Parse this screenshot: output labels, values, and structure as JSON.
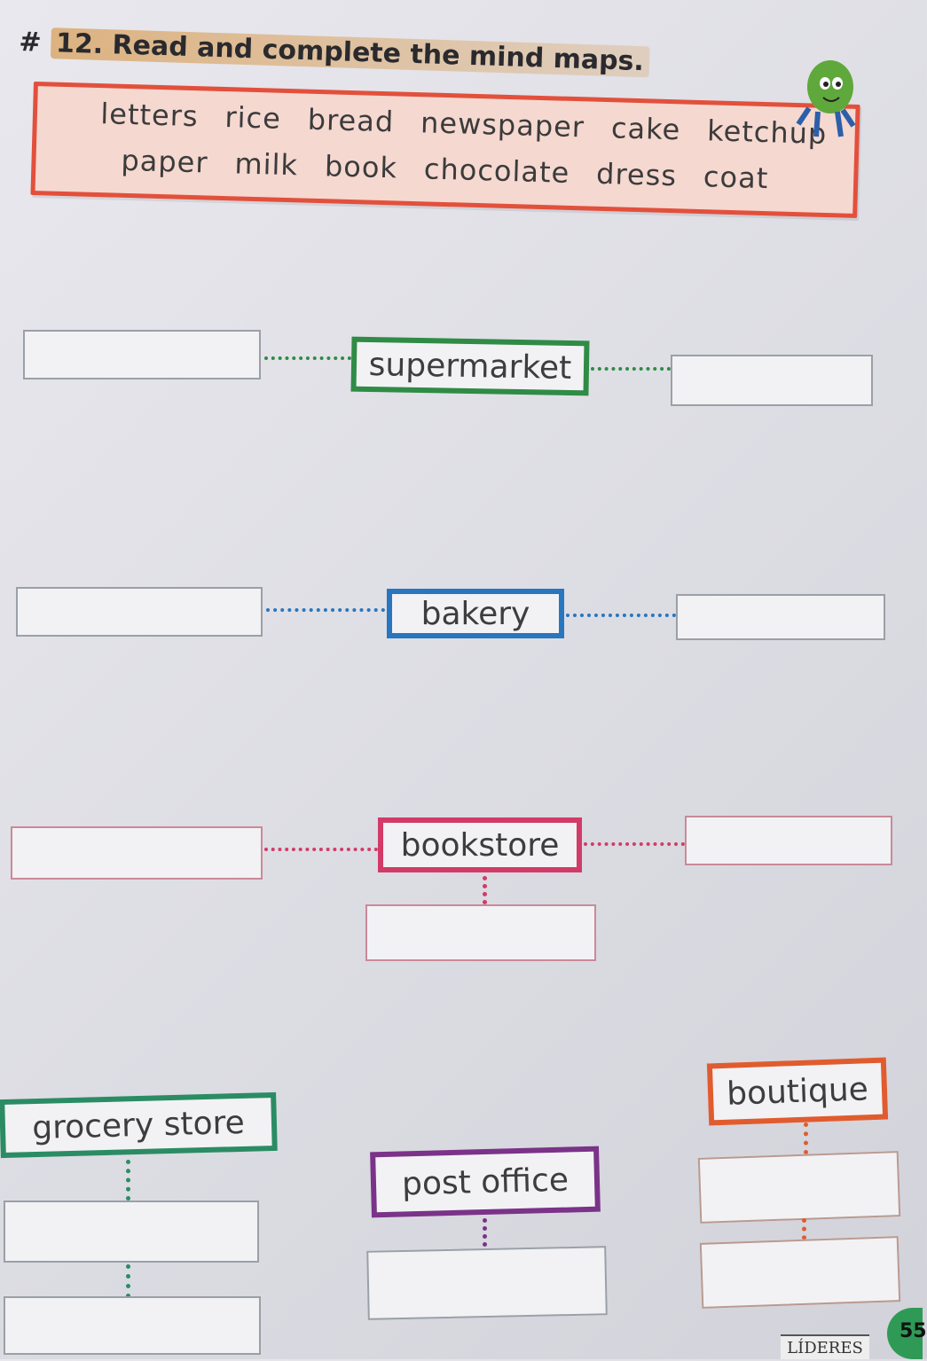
{
  "exercise": {
    "marker": "#",
    "title": "12. Read and complete the mind maps."
  },
  "word_bank": {
    "row1": [
      "letters",
      "rice",
      "bread",
      "newspaper",
      "cake",
      "ketchup"
    ],
    "row2": [
      "paper",
      "milk",
      "book",
      "chocolate",
      "dress",
      "coat"
    ]
  },
  "hubs": {
    "supermarket": "supermarket",
    "bakery": "bakery",
    "bookstore": "bookstore",
    "grocery": "grocery store",
    "post_office": "post office",
    "boutique": "boutique"
  },
  "footer": {
    "publisher": "LÍDERES",
    "page": "55"
  },
  "colors": {
    "supermarket": "#2f8b45",
    "bakery": "#2876be",
    "bookstore": "#d23b67",
    "grocery": "#2b8c64",
    "post_office": "#7a3388",
    "boutique": "#e05c2e",
    "word_bank_border": "#e2503c"
  }
}
